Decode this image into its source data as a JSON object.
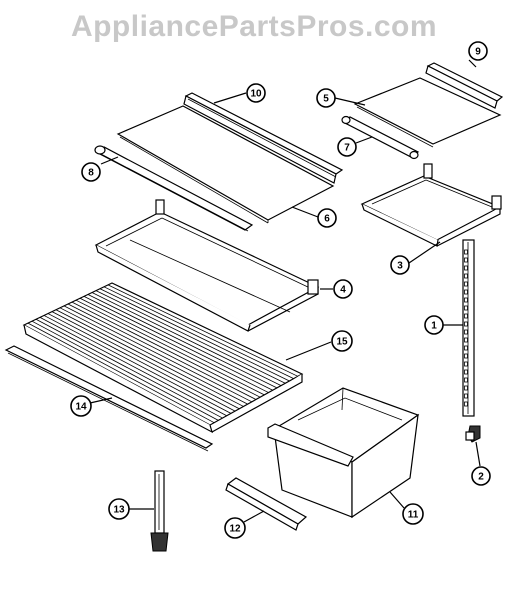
{
  "watermark": "AppliancePartsPros.com",
  "callouts": [
    {
      "id": "1",
      "label": "1",
      "part": "shelf-ladder-track"
    },
    {
      "id": "2",
      "label": "2",
      "part": "shelf-support-clip"
    },
    {
      "id": "3",
      "label": "3",
      "part": "small-shelf-frame"
    },
    {
      "id": "4",
      "label": "4",
      "part": "large-shelf-frame"
    },
    {
      "id": "5",
      "label": "5",
      "part": "small-glass-shelf"
    },
    {
      "id": "6",
      "label": "6",
      "part": "large-glass-shelf"
    },
    {
      "id": "7",
      "label": "7",
      "part": "small-shelf-front-trim"
    },
    {
      "id": "8",
      "label": "8",
      "part": "large-shelf-front-trim"
    },
    {
      "id": "9",
      "label": "9",
      "part": "small-shelf-rear-trim"
    },
    {
      "id": "10",
      "label": "10",
      "part": "large-shelf-rear-trim"
    },
    {
      "id": "11",
      "label": "11",
      "part": "crisper-drawer"
    },
    {
      "id": "12",
      "label": "12",
      "part": "drawer-slide-rail"
    },
    {
      "id": "13",
      "label": "13",
      "part": "drawer-support-post"
    },
    {
      "id": "14",
      "label": "14",
      "part": "wire-shelf-front-trim"
    },
    {
      "id": "15",
      "label": "15",
      "part": "wire-shelf"
    }
  ]
}
